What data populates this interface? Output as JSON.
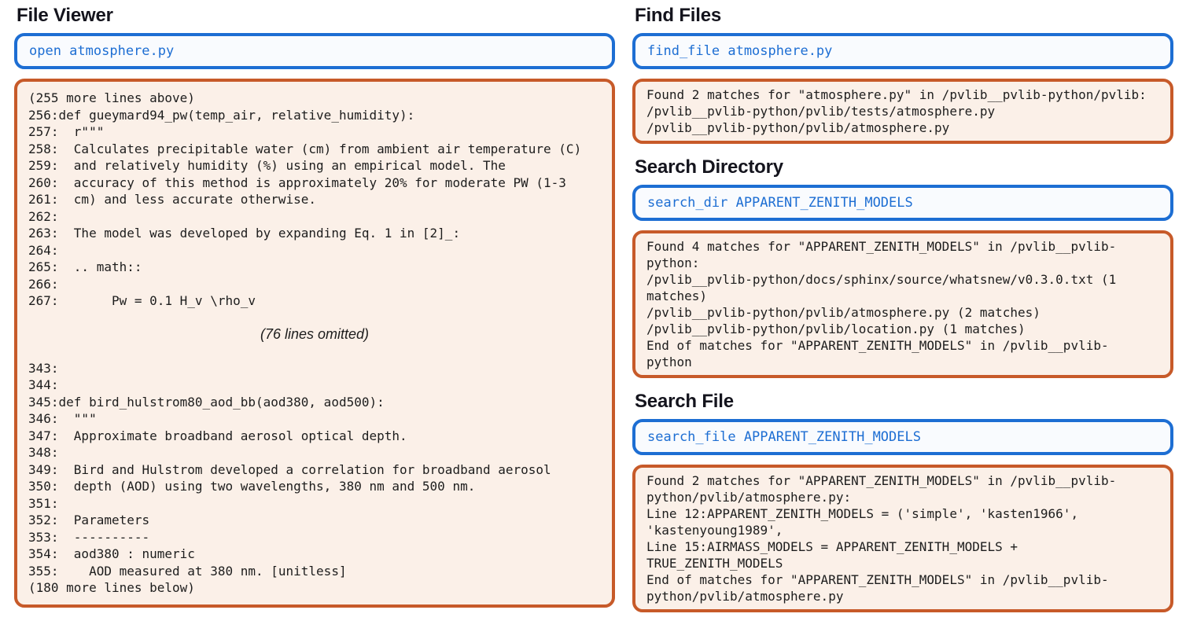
{
  "colors": {
    "accent_blue": "#1d6ed3",
    "accent_orange": "#c75a29",
    "command_bg": "#f9fbfe",
    "output_bg": "#fbf0e8",
    "code_text": "#1d1d1d",
    "heading_text": "#14141d"
  },
  "sections": {
    "file_viewer": {
      "title": "File Viewer",
      "command": "open atmosphere.py",
      "output_top_lines": [
        "(255 more lines above)",
        "256:def gueymard94_pw(temp_air, relative_humidity):",
        "257:  r\"\"\"",
        "258:  Calculates precipitable water (cm) from ambient air temperature (C)",
        "259:  and relatively humidity (%) using an empirical model. The",
        "260:  accuracy of this method is approximately 20% for moderate PW (1-3",
        "261:  cm) and less accurate otherwise.",
        "262:",
        "263:  The model was developed by expanding Eq. 1 in [2]_:",
        "264:",
        "265:  .. math::",
        "266:",
        "267:       Pw = 0.1 H_v \\rho_v"
      ],
      "omitted_note": "(76 lines omitted)",
      "output_bottom_lines": [
        "343:",
        "344:",
        "345:def bird_hulstrom80_aod_bb(aod380, aod500):",
        "346:  \"\"\"",
        "347:  Approximate broadband aerosol optical depth.",
        "348:",
        "349:  Bird and Hulstrom developed a correlation for broadband aerosol",
        "350:  depth (AOD) using two wavelengths, 380 nm and 500 nm.",
        "351:",
        "352:  Parameters",
        "353:  ----------",
        "354:  aod380 : numeric",
        "355:    AOD measured at 380 nm. [unitless]",
        "(180 more lines below)"
      ]
    },
    "find_files": {
      "title": "Find Files",
      "command": "find_file atmosphere.py",
      "output_lines": [
        "Found 2 matches for \"atmosphere.py\" in /pvlib__pvlib-python/pvlib:",
        "/pvlib__pvlib-python/pvlib/tests/atmosphere.py",
        "/pvlib__pvlib-python/pvlib/atmosphere.py"
      ]
    },
    "search_directory": {
      "title": "Search Directory",
      "command": "search_dir APPARENT_ZENITH_MODELS",
      "output_lines": [
        "Found 4 matches for \"APPARENT_ZENITH_MODELS\" in /pvlib__pvlib-",
        "python:",
        "/pvlib__pvlib-python/docs/sphinx/source/whatsnew/v0.3.0.txt (1",
        "matches)",
        "/pvlib__pvlib-python/pvlib/atmosphere.py (2 matches)",
        "/pvlib__pvlib-python/pvlib/location.py (1 matches)",
        "End of matches for \"APPARENT_ZENITH_MODELS\" in /pvlib__pvlib-",
        "python"
      ]
    },
    "search_file": {
      "title": "Search File",
      "command": "search_file APPARENT_ZENITH_MODELS",
      "output_lines": [
        "Found 2 matches for \"APPARENT_ZENITH_MODELS\" in /pvlib__pvlib-",
        "python/pvlib/atmosphere.py:",
        "Line 12:APPARENT_ZENITH_MODELS = ('simple', 'kasten1966',",
        "'kastenyoung1989',",
        "Line 15:AIRMASS_MODELS = APPARENT_ZENITH_MODELS +",
        "TRUE_ZENITH_MODELS",
        "End of matches for \"APPARENT_ZENITH_MODELS\" in /pvlib__pvlib-",
        "python/pvlib/atmosphere.py"
      ]
    }
  }
}
